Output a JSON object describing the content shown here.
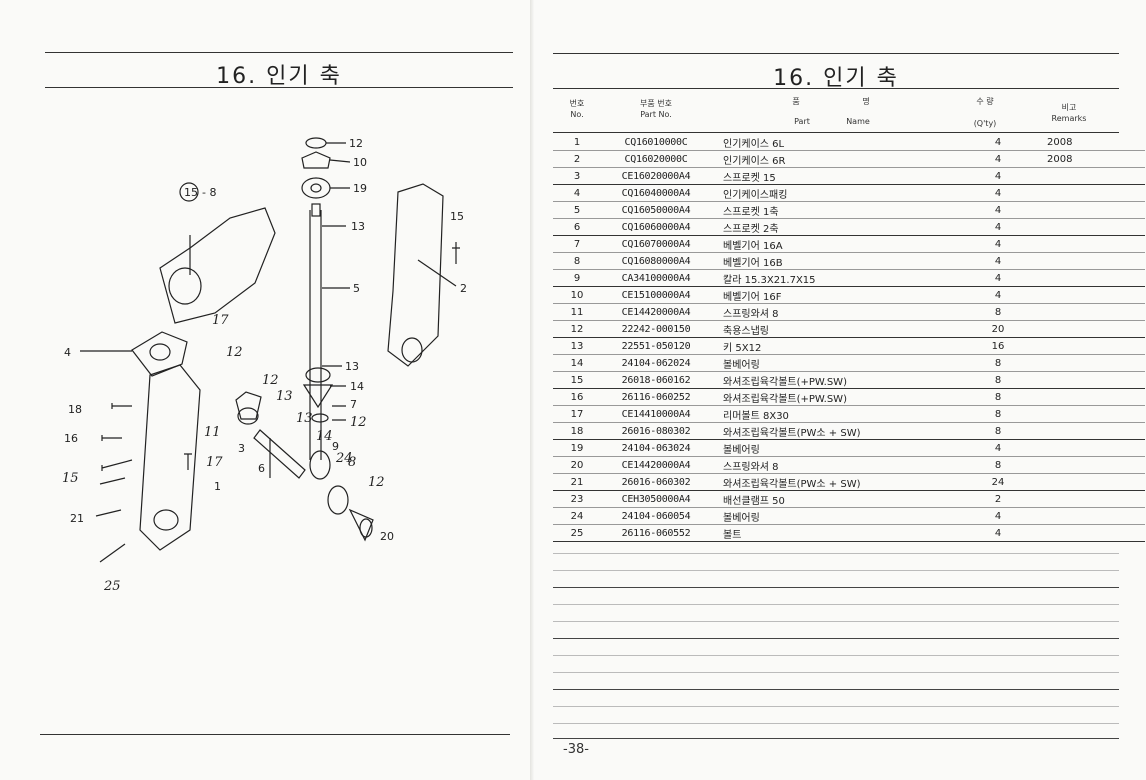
{
  "left_title": "16. 인기 축",
  "right_title": "16. 인기 축",
  "header": {
    "no_ko": "번호",
    "no_en": "No.",
    "part_no_ko": "부품 번호",
    "part_no_en": "Part No.",
    "name_ko_1": "품",
    "name_ko_2": "명",
    "name_en_1": "Part",
    "name_en_2": "Name",
    "qty_ko": "수 량",
    "qty_en": "(Q'ty)",
    "remarks_ko": "비고",
    "remarks_en": "Remarks"
  },
  "parts": [
    {
      "no": "1",
      "part_no": "CQ16010000C",
      "name": "인기케이스 6L",
      "qty": "4",
      "remarks": "2008"
    },
    {
      "no": "2",
      "part_no": "CQ16020000C",
      "name": "인기케이스 6R",
      "qty": "4",
      "remarks": "2008"
    },
    {
      "no": "3",
      "part_no": "CE16020000A4",
      "name": "스프로켓 15",
      "qty": "4",
      "remarks": ""
    },
    {
      "no": "4",
      "part_no": "CQ16040000A4",
      "name": "인기케이스패킹",
      "qty": "4",
      "remarks": ""
    },
    {
      "no": "5",
      "part_no": "CQ16050000A4",
      "name": "스프로켓 1축",
      "qty": "4",
      "remarks": ""
    },
    {
      "no": "6",
      "part_no": "CQ16060000A4",
      "name": "스프로켓 2축",
      "qty": "4",
      "remarks": ""
    },
    {
      "no": "7",
      "part_no": "CQ16070000A4",
      "name": "베벨기어 16A",
      "qty": "4",
      "remarks": ""
    },
    {
      "no": "8",
      "part_no": "CQ16080000A4",
      "name": "베벨기어 16B",
      "qty": "4",
      "remarks": ""
    },
    {
      "no": "9",
      "part_no": "CA34100000A4",
      "name": "칼라 15.3X21.7X15",
      "qty": "4",
      "remarks": ""
    },
    {
      "no": "10",
      "part_no": "CE15100000A4",
      "name": "베벨기어 16F",
      "qty": "4",
      "remarks": ""
    },
    {
      "no": "11",
      "part_no": "CE14420000A4",
      "name": "스프링와셔 8",
      "qty": "8",
      "remarks": ""
    },
    {
      "no": "12",
      "part_no": "22242-000150",
      "name": "축용스냅링",
      "qty": "20",
      "remarks": ""
    },
    {
      "no": "13",
      "part_no": "22551-050120",
      "name": "키 5X12",
      "qty": "16",
      "remarks": ""
    },
    {
      "no": "14",
      "part_no": "24104-062024",
      "name": "볼베어링",
      "qty": "8",
      "remarks": ""
    },
    {
      "no": "15",
      "part_no": "26018-060162",
      "name": "와셔조립육각볼트(+PW.SW)",
      "qty": "8",
      "remarks": ""
    },
    {
      "no": "16",
      "part_no": "26116-060252",
      "name": "와셔조립육각볼트(+PW.SW)",
      "qty": "8",
      "remarks": ""
    },
    {
      "no": "17",
      "part_no": "CE14410000A4",
      "name": "리머볼트 8X30",
      "qty": "8",
      "remarks": ""
    },
    {
      "no": "18",
      "part_no": "26016-080302",
      "name": "와셔조립육각볼트(PW소 + SW)",
      "qty": "8",
      "remarks": ""
    },
    {
      "no": "19",
      "part_no": "24104-063024",
      "name": "볼베어링",
      "qty": "4",
      "remarks": ""
    },
    {
      "no": "20",
      "part_no": "CE14420000A4",
      "name": "스프링와셔 8",
      "qty": "8",
      "remarks": ""
    },
    {
      "no": "21",
      "part_no": "26016-060302",
      "name": "와셔조립육각볼트(PW소 + SW)",
      "qty": "24",
      "remarks": ""
    },
    {
      "no": "23",
      "part_no": "CEH3050000A4",
      "name": "배선클램프 50",
      "qty": "2",
      "remarks": ""
    },
    {
      "no": "24",
      "part_no": "24104-060054",
      "name": "볼베어링",
      "qty": "4",
      "remarks": ""
    },
    {
      "no": "25",
      "part_no": "26116-060552",
      "name": "볼트",
      "qty": "4",
      "remarks": ""
    }
  ],
  "diagram_labels": {
    "circ15": "15",
    "dash8": "- 8",
    "l12a": "12",
    "l10": "10",
    "l19": "19",
    "l13a": "13",
    "l15b": "15",
    "l5": "5",
    "l2": "2",
    "l4": "4",
    "l13b": "13",
    "l14a": "14",
    "l7": "7",
    "l12b": "12",
    "l12c": "12",
    "l12d": "12",
    "l18": "18",
    "l16": "16",
    "l11": "11",
    "l17a": "17",
    "l15c": "15",
    "l1": "1",
    "l21": "21",
    "l25": "25",
    "l3": "3",
    "l6": "6",
    "l13c": "13",
    "l17b": "17",
    "l13d": "13",
    "l14b": "14",
    "l9": "9",
    "l24": "24",
    "l8": "8",
    "l12e": "12",
    "l20": "20"
  },
  "page_number": "-38-"
}
